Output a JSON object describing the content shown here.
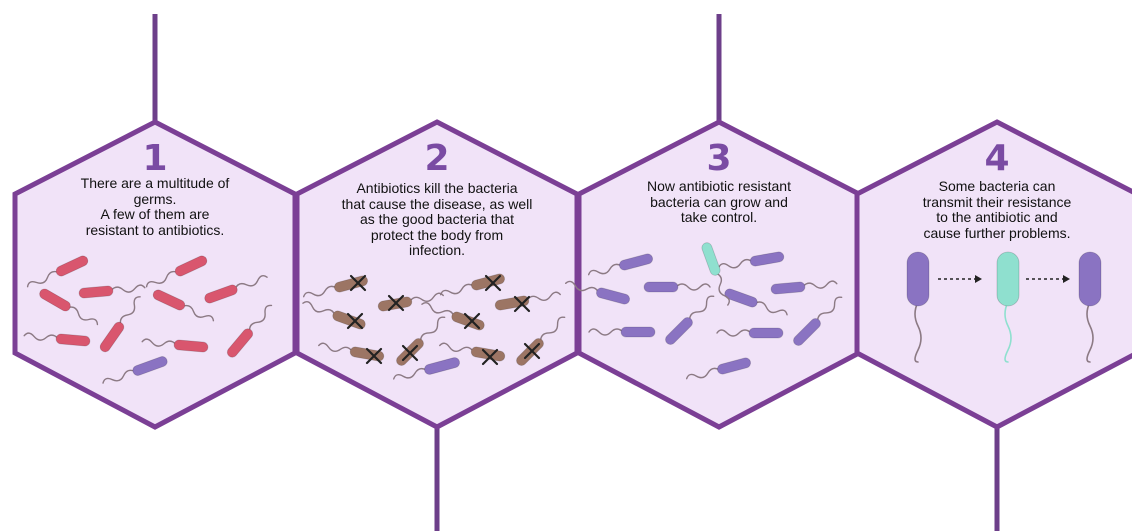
{
  "colors": {
    "background": "#ffffff",
    "hex_fill": "#f1e3f8",
    "hex_border": "#7b3f95",
    "connector": "#6d3f8a",
    "step_number": "#7a4ba3",
    "text": "#111111",
    "bacteria_red": "#d9566e",
    "bacteria_brown": "#9c7564",
    "bacteria_purple": "#8a73c2",
    "bacteria_teal": "#8fe0cf",
    "flagellum": "#8c7a84",
    "cross_mark": "#222222",
    "arrow": "#222222"
  },
  "steps": [
    {
      "number": "1",
      "lines": [
        "There are a multitude of",
        "germs.",
        "A few of them are",
        "resistant to antibiotics."
      ]
    },
    {
      "number": "2",
      "lines": [
        "Antibiotics kill the bacteria",
        "that cause the disease, as well",
        "as the good bacteria that",
        "protect the body from",
        "infection."
      ]
    },
    {
      "number": "3",
      "lines": [
        "Now antibiotic resistant",
        "bacteria can grow and",
        "take control."
      ]
    },
    {
      "number": "4",
      "lines": [
        "Some bacteria can",
        "transmit their resistance",
        "to the antibiotic and",
        "cause further problems."
      ]
    }
  ],
  "bacteria_key": {
    "red": "non-resistant bacterium",
    "brown": "killed bacterium",
    "purple": "antibiotic-resistant bacterium",
    "teal": "bacterium receiving resistance"
  },
  "transfer_icon": "dashed-arrow-icon",
  "killed_icon": "cross-icon"
}
